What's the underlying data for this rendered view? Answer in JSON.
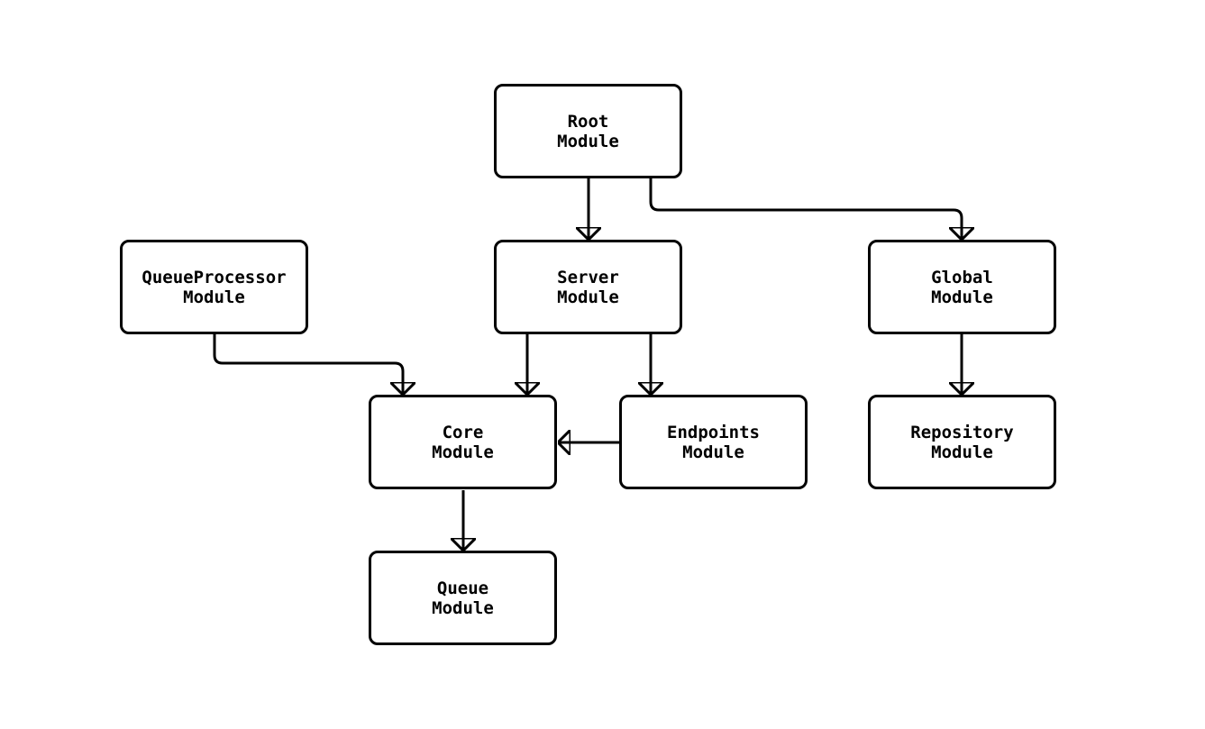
{
  "diagram": {
    "type": "flowchart",
    "direction": "top-down",
    "nodes": [
      {
        "id": "root",
        "line1": "Root",
        "line2": "Module"
      },
      {
        "id": "queueprocessor",
        "line1": "QueueProcessor",
        "line2": "Module"
      },
      {
        "id": "server",
        "line1": "Server",
        "line2": "Module"
      },
      {
        "id": "global",
        "line1": "Global",
        "line2": "Module"
      },
      {
        "id": "core",
        "line1": "Core",
        "line2": "Module"
      },
      {
        "id": "endpoints",
        "line1": "Endpoints",
        "line2": "Module"
      },
      {
        "id": "repository",
        "line1": "Repository",
        "line2": "Module"
      },
      {
        "id": "queue",
        "line1": "Queue",
        "line2": "Module"
      }
    ],
    "edges": [
      {
        "from": "root",
        "to": "server"
      },
      {
        "from": "root",
        "to": "global"
      },
      {
        "from": "queueprocessor",
        "to": "core"
      },
      {
        "from": "server",
        "to": "core"
      },
      {
        "from": "server",
        "to": "endpoints"
      },
      {
        "from": "endpoints",
        "to": "core"
      },
      {
        "from": "global",
        "to": "repository"
      },
      {
        "from": "core",
        "to": "queue"
      }
    ],
    "colors": {
      "background": "#ffffff",
      "node_fill": "#ffffff",
      "node_border": "#000000",
      "edge_stroke": "#000000",
      "text": "#000000"
    }
  }
}
